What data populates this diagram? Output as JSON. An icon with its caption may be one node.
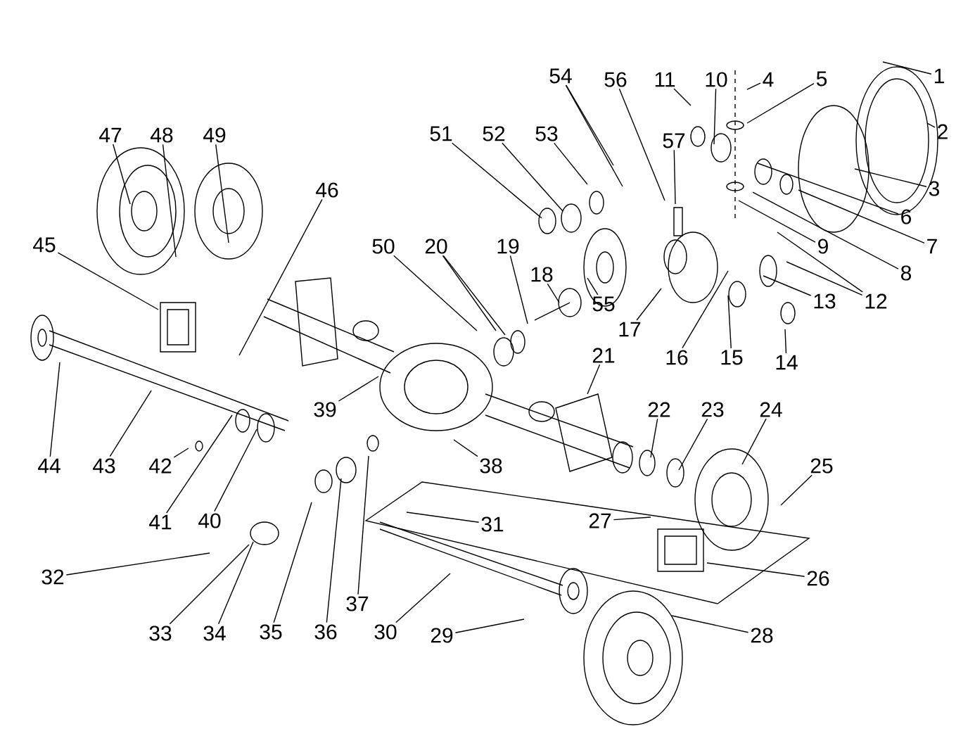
{
  "diagram": {
    "nodes": [
      {
        "text": [
          "1"
        ]
      },
      {
        "text": [
          "2"
        ]
      },
      {
        "text": [
          "3"
        ]
      },
      {
        "text": [
          "4"
        ]
      },
      {
        "text": [
          "5"
        ]
      },
      {
        "text": [
          "6"
        ]
      },
      {
        "text": [
          "7"
        ]
      },
      {
        "text": [
          "8"
        ]
      },
      {
        "text": [
          "9"
        ]
      },
      {
        "text": [
          "10"
        ]
      },
      {
        "text": [
          "11"
        ]
      },
      {
        "text": [
          "12"
        ]
      },
      {
        "text": [
          "13"
        ]
      },
      {
        "text": [
          "14"
        ]
      },
      {
        "text": [
          "15"
        ]
      },
      {
        "text": [
          "16"
        ]
      },
      {
        "text": [
          "17"
        ]
      },
      {
        "text": [
          "18"
        ]
      },
      {
        "text": [
          "19"
        ]
      },
      {
        "text": [
          "20"
        ]
      },
      {
        "text": [
          "21"
        ]
      },
      {
        "text": [
          "22"
        ]
      },
      {
        "text": [
          "23"
        ]
      },
      {
        "text": [
          "24"
        ]
      },
      {
        "text": [
          "25"
        ]
      },
      {
        "text": [
          "26"
        ]
      },
      {
        "text": [
          "27"
        ]
      },
      {
        "text": [
          "28"
        ]
      },
      {
        "text": [
          "29"
        ]
      },
      {
        "text": [
          "30"
        ]
      },
      {
        "text": [
          "31"
        ]
      },
      {
        "text": [
          "32"
        ]
      },
      {
        "text": [
          "33"
        ]
      },
      {
        "text": [
          "34"
        ]
      },
      {
        "text": [
          "35"
        ]
      },
      {
        "text": [
          "36"
        ]
      },
      {
        "text": [
          "37"
        ]
      },
      {
        "text": [
          "38"
        ]
      },
      {
        "text": [
          "39"
        ]
      },
      {
        "text": [
          "40"
        ]
      },
      {
        "text": [
          "41"
        ]
      },
      {
        "text": [
          "42"
        ]
      },
      {
        "text": [
          "43"
        ]
      },
      {
        "text": [
          "44"
        ]
      },
      {
        "text": [
          "45"
        ]
      },
      {
        "text": [
          "46"
        ]
      },
      {
        "text": [
          "47"
        ]
      },
      {
        "text": [
          "48"
        ]
      },
      {
        "text": [
          "49"
        ]
      },
      {
        "text": [
          "50"
        ]
      },
      {
        "text": [
          "51"
        ]
      },
      {
        "text": [
          "52"
        ]
      },
      {
        "text": [
          "53"
        ]
      },
      {
        "text": [
          "54"
        ]
      },
      {
        "text": [
          "55"
        ]
      },
      {
        "text": [
          "56"
        ]
      },
      {
        "text": [
          "57"
        ]
      }
    ],
    "edges": [
      {
        "from": 0,
        "to": null,
        "arrow": "none"
      },
      {
        "from": 1,
        "to": null,
        "arrow": "none"
      },
      {
        "from": 2,
        "to": null,
        "arrow": "none"
      },
      {
        "from": 3,
        "to": null,
        "arrow": "none"
      },
      {
        "from": 4,
        "to": null,
        "arrow": "none"
      },
      {
        "from": 5,
        "to": null,
        "arrow": "none"
      },
      {
        "from": 6,
        "to": null,
        "arrow": "none"
      },
      {
        "from": 7,
        "to": null,
        "arrow": "none"
      },
      {
        "from": 8,
        "to": null,
        "arrow": "none"
      },
      {
        "from": 9,
        "to": null,
        "arrow": "none"
      },
      {
        "from": 10,
        "to": null,
        "arrow": "none"
      },
      {
        "from": 11,
        "to": null,
        "arrow": "none"
      },
      {
        "from": 11,
        "to": null,
        "arrow": "none"
      },
      {
        "from": 12,
        "to": null,
        "arrow": "none"
      },
      {
        "from": 13,
        "to": null,
        "arrow": "none"
      },
      {
        "from": 14,
        "to": null,
        "arrow": "none"
      },
      {
        "from": 15,
        "to": null,
        "arrow": "none"
      },
      {
        "from": 16,
        "to": null,
        "arrow": "none"
      },
      {
        "from": 17,
        "to": null,
        "arrow": "none"
      },
      {
        "from": 18,
        "to": null,
        "arrow": "none"
      },
      {
        "from": 19,
        "to": null,
        "arrow": "none"
      },
      {
        "from": 19,
        "to": null,
        "arrow": "none"
      },
      {
        "from": 20,
        "to": null,
        "arrow": "none"
      },
      {
        "from": 21,
        "to": null,
        "arrow": "none"
      },
      {
        "from": 22,
        "to": null,
        "arrow": "none"
      },
      {
        "from": 23,
        "to": null,
        "arrow": "none"
      },
      {
        "from": 24,
        "to": null,
        "arrow": "none"
      },
      {
        "from": 25,
        "to": null,
        "arrow": "none"
      },
      {
        "from": 26,
        "to": null,
        "arrow": "none"
      },
      {
        "from": 27,
        "to": null,
        "arrow": "none"
      },
      {
        "from": 28,
        "to": null,
        "arrow": "none"
      },
      {
        "from": 29,
        "to": null,
        "arrow": "none"
      },
      {
        "from": 30,
        "to": null,
        "arrow": "none"
      },
      {
        "from": 31,
        "to": null,
        "arrow": "none"
      },
      {
        "from": 32,
        "to": null,
        "arrow": "none"
      },
      {
        "from": 33,
        "to": null,
        "arrow": "none"
      },
      {
        "from": 34,
        "to": null,
        "arrow": "none"
      },
      {
        "from": 35,
        "to": null,
        "arrow": "none"
      },
      {
        "from": 36,
        "to": null,
        "arrow": "none"
      },
      {
        "from": 37,
        "to": null,
        "arrow": "none"
      },
      {
        "from": 38,
        "to": null,
        "arrow": "none"
      },
      {
        "from": 39,
        "to": null,
        "arrow": "none"
      },
      {
        "from": 40,
        "to": null,
        "arrow": "none"
      },
      {
        "from": 41,
        "to": null,
        "arrow": "none"
      },
      {
        "from": 42,
        "to": null,
        "arrow": "none"
      },
      {
        "from": 43,
        "to": null,
        "arrow": "none"
      },
      {
        "from": 44,
        "to": null,
        "arrow": "none"
      },
      {
        "from": 45,
        "to": null,
        "arrow": "none"
      },
      {
        "from": 46,
        "to": null,
        "arrow": "none"
      },
      {
        "from": 47,
        "to": null,
        "arrow": "none"
      },
      {
        "from": 48,
        "to": null,
        "arrow": "none"
      },
      {
        "from": 49,
        "to": null,
        "arrow": "none"
      },
      {
        "from": 50,
        "to": null,
        "arrow": "none"
      },
      {
        "from": 51,
        "to": null,
        "arrow": "none"
      },
      {
        "from": 52,
        "to": null,
        "arrow": "none"
      },
      {
        "from": 53,
        "to": null,
        "arrow": "none"
      },
      {
        "from": 53,
        "to": null,
        "arrow": "none"
      },
      {
        "from": 54,
        "to": null,
        "arrow": "none"
      },
      {
        "from": 55,
        "to": null,
        "arrow": "none"
      },
      {
        "from": 56,
        "to": null,
        "arrow": "none"
      }
    ]
  }
}
